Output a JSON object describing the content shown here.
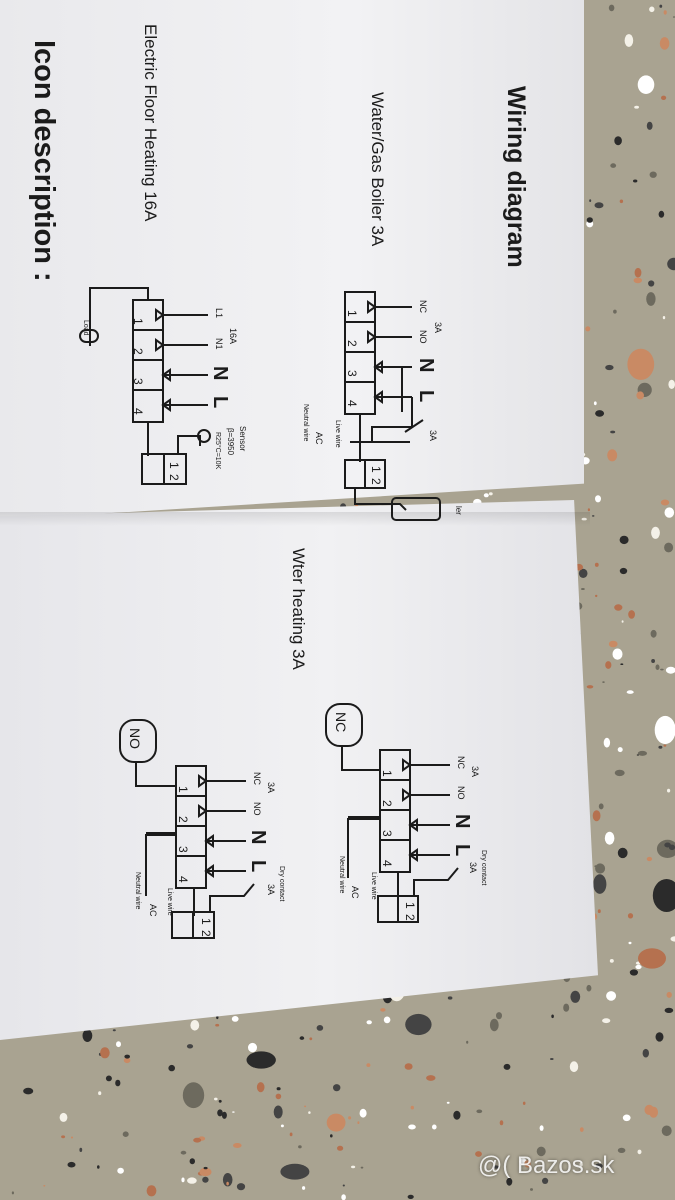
{
  "page": {
    "title": "Wiring diagram",
    "icon_description": "Icon description :",
    "watermark": "@( Bazos.sk"
  },
  "diagrams": {
    "boiler": {
      "label": "Water/Gas Boiler 3A",
      "rating": "3A",
      "terminals": [
        "1",
        "2",
        "3",
        "4"
      ],
      "pins": [
        "NC",
        "NO",
        "N",
        "L"
      ],
      "switch_rating": "3A",
      "live": "Live wire",
      "neutral": "Neutral wire",
      "ac": "AC",
      "contact": [
        "1",
        "2"
      ],
      "cut_text": "ler"
    },
    "floor": {
      "label": "Electric Floor Heating 16A",
      "rating": "16A",
      "terminals": [
        "1",
        "2",
        "3",
        "4"
      ],
      "pins": [
        "L1",
        "N1",
        "N",
        "L"
      ],
      "load": "Load",
      "sensor": "Sensor",
      "beta": "β=3950",
      "r25": "R25°C=10K",
      "contact": [
        "1",
        "2"
      ]
    },
    "water": {
      "label": "Wter heating 3A",
      "valves": [
        "NC",
        "NO"
      ],
      "dry_contact": "Dry contact",
      "switch_rating": "3A",
      "rating": "3A",
      "terminals": [
        "1",
        "2",
        "3",
        "4"
      ],
      "pins": [
        "NC",
        "NO",
        "N",
        "L"
      ],
      "live": "Live wire",
      "neutral": "Neutral wire",
      "ac": "AC",
      "contact": [
        "1",
        "2"
      ]
    }
  }
}
